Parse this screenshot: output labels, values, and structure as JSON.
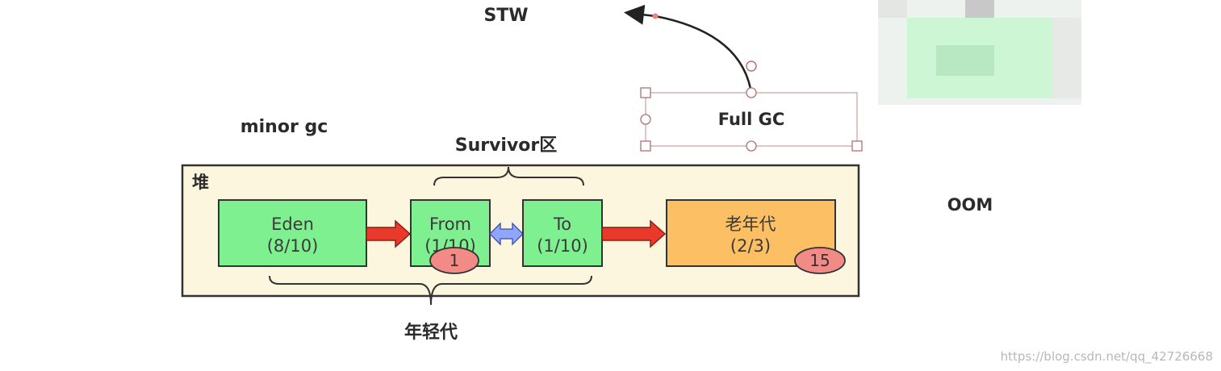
{
  "labels": {
    "stw": "STW",
    "full_gc": "Full GC",
    "minor_gc": "minor gc",
    "survivor": "Survivor区",
    "heap": "堆",
    "oom": "OOM",
    "young_gen": "年轻代"
  },
  "regions": {
    "eden": {
      "name": "Eden",
      "ratio": "(8/10)"
    },
    "from": {
      "name": "From",
      "ratio": "(1/10)",
      "badge": "1"
    },
    "to": {
      "name": "To",
      "ratio": "(1/10)"
    },
    "old": {
      "name": "老年代",
      "ratio": "(2/3)",
      "badge": "15"
    }
  },
  "watermark": "https://blog.csdn.net/qq_42726668",
  "colors": {
    "heap_fill": "#fdf6de",
    "young_fill": "#7ef08f",
    "old_fill": "#fcbf63",
    "arrow_red": "#e8392a",
    "arrow_blue": "#8fa6ff",
    "badge_fill": "#f28a86"
  }
}
